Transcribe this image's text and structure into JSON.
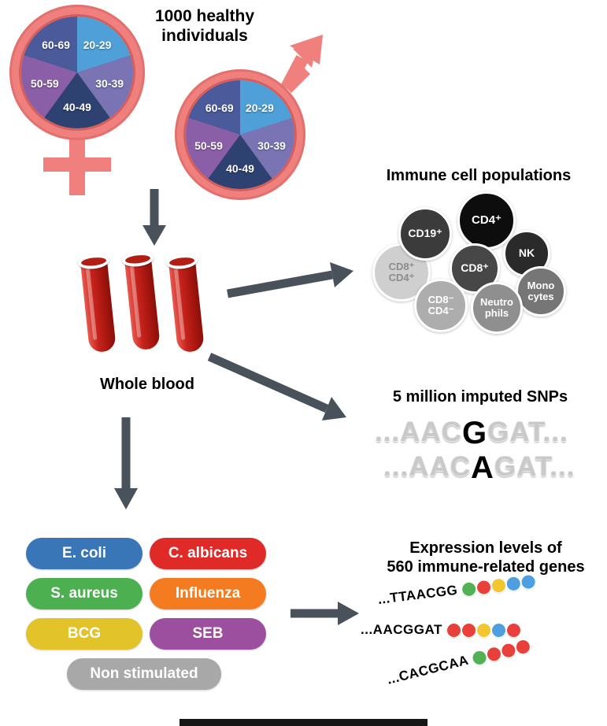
{
  "colors": {
    "pink": "#F0807E",
    "arrow": "#49525B",
    "pie": [
      "#4FA0D8",
      "#7A74B4",
      "#2E4272",
      "#8A5FA8",
      "#4A5A9A"
    ]
  },
  "header": {
    "title": "1000 healthy individuals"
  },
  "pie_labels": [
    "20-29",
    "30-39",
    "40-49",
    "50-59",
    "60-69"
  ],
  "blood": {
    "label": "Whole blood"
  },
  "immune": {
    "title": "Immune cell populations",
    "cells": [
      {
        "line1": "CD19⁺",
        "color": "#3B3B3B",
        "text": "#FFFFFF"
      },
      {
        "line1": "CD4⁺",
        "color": "#0D0D0D",
        "text": "#FFFFFF"
      },
      {
        "line1": "NK",
        "color": "#2A2A2A",
        "text": "#FFFFFF"
      },
      {
        "line1": "CD8⁺",
        "color": "#474747",
        "text": "#FFFFFF"
      },
      {
        "line1": "CD8⁺",
        "line2": "CD4⁺",
        "color": "#CFCFCF",
        "text": "#8C8C8C"
      },
      {
        "line1": "Mono",
        "line2": "cytes",
        "color": "#767676",
        "text": "#FFFFFF"
      },
      {
        "line1": "CD8⁻",
        "line2": "CD4⁻",
        "color": "#ADADAD",
        "text": "#FFFFFF"
      },
      {
        "line1": "Neutro",
        "line2": "phils",
        "color": "#8F8F8F",
        "text": "#FFFFFF"
      }
    ]
  },
  "snps": {
    "title": "5 million imputed SNPs",
    "sequences": [
      {
        "pre": "...AAC",
        "variant": "G",
        "post": "GAT..."
      },
      {
        "pre": "...AAC",
        "variant": "A",
        "post": "GAT..."
      }
    ]
  },
  "stimuli": {
    "items": [
      {
        "label": "E. coli",
        "color": "#3876B8"
      },
      {
        "label": "C. albicans",
        "color": "#E02A28"
      },
      {
        "label": "S. aureus",
        "color": "#4CAF50"
      },
      {
        "label": "Influenza",
        "color": "#F47B20"
      },
      {
        "label": "BCG",
        "color": "#E3C32A"
      },
      {
        "label": "SEB",
        "color": "#9B4F9E"
      },
      {
        "label": "Non stimulated",
        "color": "#A8A8A8"
      }
    ]
  },
  "expression": {
    "title_line1": "Expression levels of",
    "title_line2": "560 immune-related genes",
    "rows": [
      {
        "seq": "...TTAACGG",
        "dots": [
          "#52B153",
          "#E8403A",
          "#F2C62E",
          "#4D9FE0",
          "#4D9FE0"
        ]
      },
      {
        "seq": "...AACGGAT",
        "dots": [
          "#E8403A",
          "#E8403A",
          "#F2C62E",
          "#4D9FE0",
          "#E8403A"
        ]
      },
      {
        "seq": "...CACGCAA",
        "dots": [
          "#52B153",
          "#E8403A",
          "#E8403A",
          "#E8403A"
        ]
      }
    ]
  }
}
